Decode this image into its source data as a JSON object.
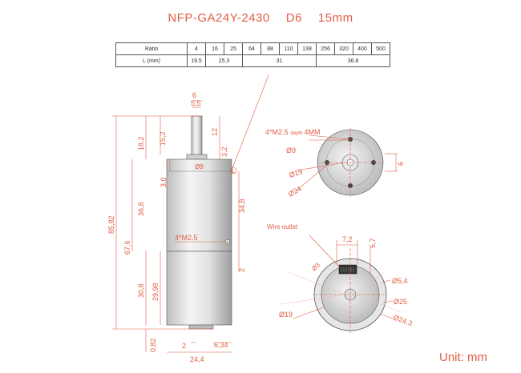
{
  "title": {
    "model": "NFP-GA24Y-2430",
    "shaft": "D6",
    "length": "15mm"
  },
  "table": {
    "ratio_header": "Ratio",
    "length_header": "L (mm)",
    "ratios": [
      "4",
      "16",
      "25",
      "64",
      "88",
      "110",
      "138",
      "256",
      "320",
      "400",
      "500"
    ],
    "lengths": [
      {
        "value": "19.5",
        "span": 1
      },
      {
        "value": "25.3",
        "span": 2
      },
      {
        "value": "31",
        "span": 4
      },
      {
        "value": "36.8",
        "span": 4
      }
    ]
  },
  "side_view": {
    "shaft_width": "6",
    "flat_width": "5,5",
    "shaft_length": "15,2",
    "total_shaft": "18,2",
    "flat_length": "12",
    "boss_height": "3,2",
    "boss_diameter": "Ø9",
    "gap": "3,0",
    "gearbox_height": "36,8",
    "gearbox_inner": "34,8",
    "l_marker": "L",
    "mount_screw": "4*M2.5",
    "overall": "85,82",
    "body_total": "67,6",
    "motor_height": "30,8",
    "motor_inner": "29,98",
    "motor_offset": "2",
    "terminal": "0,82",
    "bottom_gap": "2",
    "terminal_width": "6,34",
    "body_width": "24,4"
  },
  "front_view": {
    "thread_note": "4*M2.5",
    "thread_depth": "depth",
    "thread_depth_value": "4MM",
    "d_boss": "Ø9",
    "d_pitch": "Ø19",
    "d_outer": "Ø24",
    "shaft_flat": "6"
  },
  "bottom_view": {
    "wire_outlet": "Wire outlet",
    "w1": "7,2",
    "w2": "5,7",
    "d_small": "Ø3",
    "d_hole": "Ø5,4",
    "d_body": "Ø25",
    "d_outer": "Ø24,3",
    "d_pitch": "Ø19"
  },
  "unit": "Unit: mm",
  "colors": {
    "accent": "#e25d45",
    "line": "#333333",
    "grey": "#d9d9d9"
  }
}
